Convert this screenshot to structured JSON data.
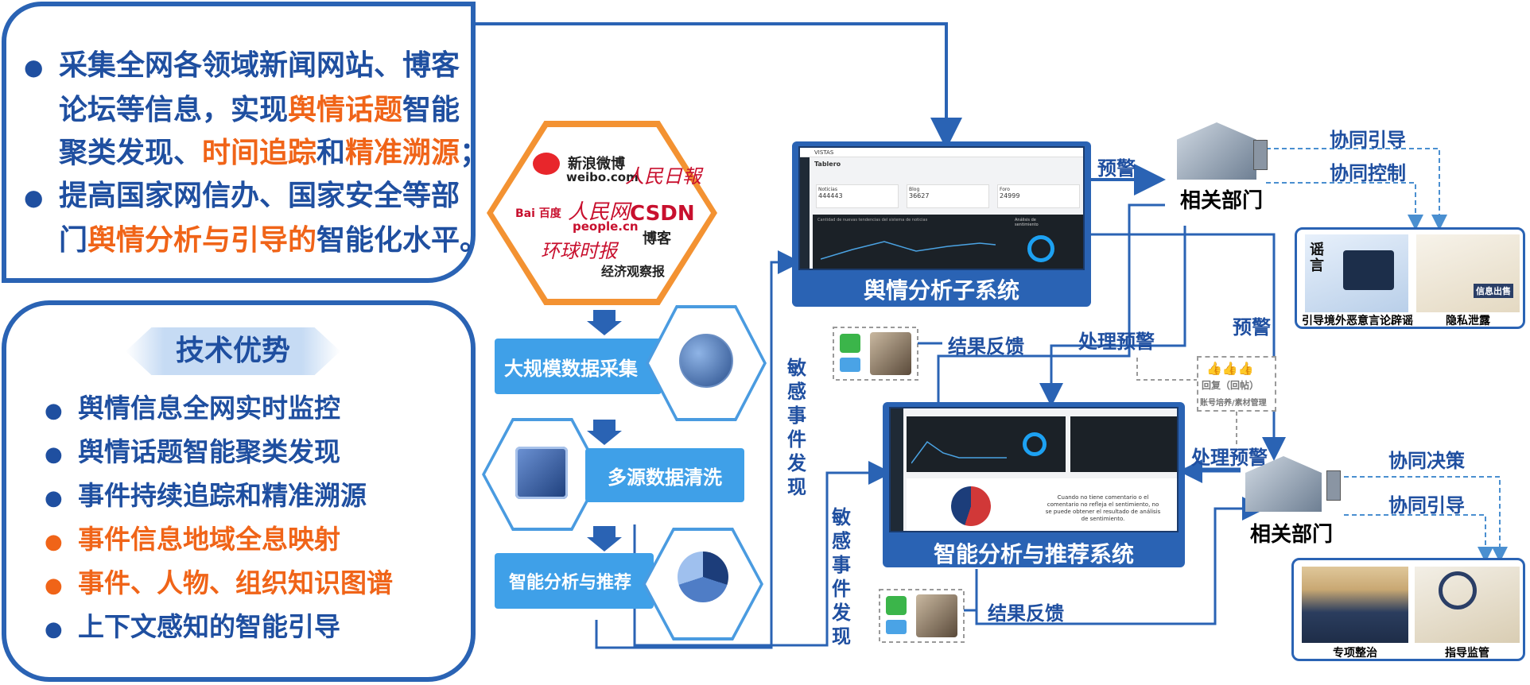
{
  "top_panel": {
    "line1a": "采集全网各领域新闻网站、博客",
    "line2a": "论坛等信息，实现",
    "line2_hl": "舆情话题",
    "line2b": "智能",
    "line3a": "聚类发现、",
    "line3_hl1": "时间追踪",
    "line3b": "和",
    "line3_hl2": "精准溯源",
    "line3c": "；",
    "line4a": "提高国家网信办、国家安全等部",
    "line5a": "门",
    "line5_hl": "舆情分析与引导的",
    "line5b": "智能化水平。"
  },
  "advantages": {
    "title": "技术优势",
    "items": [
      {
        "text": "舆情信息全网实时监控",
        "color": "blue"
      },
      {
        "text": "舆情话题智能聚类发现",
        "color": "blue"
      },
      {
        "text": "事件持续追踪和精准溯源",
        "color": "blue"
      },
      {
        "text": "事件信息地域全息映射",
        "color": "orange"
      },
      {
        "text": "事件、人物、组织知识图谱",
        "color": "orange"
      },
      {
        "text": "上下文感知的智能引导",
        "color": "blue"
      }
    ]
  },
  "sources": {
    "weibo_cn": "新浪微博",
    "weibo_en": "weibo.com",
    "rmrb": "人民日報",
    "baidu": "Bai 百度",
    "people": "人民网",
    "people_en": "people.cn",
    "csdn": "CSDN",
    "csdn_sub": "博客",
    "huanqiu": "环球时报",
    "jjgc": "经济观察报"
  },
  "steps": {
    "collect": "大规模数据采集",
    "clean": "多源数据清洗",
    "analyze": "智能分析与推荐"
  },
  "systems": {
    "sub": "舆情分析子系统",
    "rec": "智能分析与推荐系统",
    "screen1": {
      "brand": "VISTAS",
      "title": "Tablero",
      "stat1_label": "Noticias",
      "stat1_value": "444443",
      "stat2_label": "Blog",
      "stat2_value": "36627",
      "stat3_label": "Foro",
      "stat3_value": "24999",
      "chart_title": "Cantidad de nuevas tendencias del sistema de noticias",
      "gauge_label": "Análisis de sentimiento"
    },
    "screen2": {
      "message": "Cuando no tiene comentario o el comentario no refleja el sentimiento, no se puede obtener el resultado de análisis de sentimiento."
    }
  },
  "labels": {
    "yujing1": "预警",
    "yujing2": "预警",
    "jieguo1": "结果反馈",
    "jieguo2": "结果反馈",
    "chuli1": "处理预警",
    "chuli2": "处理预警",
    "mingan1": "敏感事件发现",
    "mingan2": "敏感事件发现",
    "xietong_yindao1": "协同引导",
    "xietong_kongzhi": "协同控制",
    "xietong_juece": "协同决策",
    "xietong_yindao2": "协同引导",
    "dept1": "相关部门",
    "dept2": "相关部门",
    "reply1": "回复（回帖）",
    "reply2": "账号培养/素材管理"
  },
  "photos": {
    "p1": "引导境外恶意言论辟谣",
    "p2": "隐私泄露",
    "p3": "专项整治",
    "p4": "指导监管",
    "rumor": "谣言",
    "leak": "信息出售"
  },
  "colors": {
    "primary": "#2a63b4",
    "orange": "#f06418",
    "light": "#3fa0e8"
  }
}
